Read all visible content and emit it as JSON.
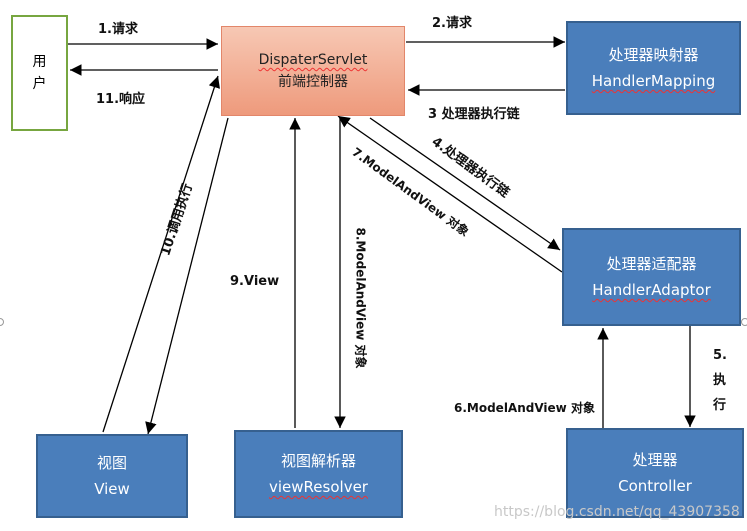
{
  "nodes": {
    "user": {
      "line1": "用",
      "line2": "户"
    },
    "dispatcher": {
      "name": "DispaterServlet",
      "sub": "前端控制器"
    },
    "handler_mapping": {
      "cn": "处理器映射器",
      "en": "HandlerMapping"
    },
    "handler_adaptor": {
      "cn": "处理器适配器",
      "en": "HandlerAdaptor"
    },
    "view": {
      "cn": "视图",
      "en": "View"
    },
    "view_resolver": {
      "cn": "视图解析器",
      "en": "viewResolver"
    },
    "controller": {
      "cn": "处理器",
      "en": "Controller"
    }
  },
  "labels": {
    "step1": "1.请求",
    "step11": "11.响应",
    "step2": "2.请求",
    "step3": "3 处理器执行链",
    "step4": "4.处理器执行链",
    "step7": "7.ModelAndView 对象",
    "step8": "8.ModelAndView 对象",
    "step9": "9.View",
    "step10": "10.调用执行",
    "step5_a": "5.",
    "step5_b": "执",
    "step5_c": "行",
    "step6": "6.ModelAndView 对象"
  },
  "watermark": "https://blog.csdn.net/qq_43907358",
  "colors": {
    "box_fill": "#4a7ebb",
    "dispatcher_fill": "#f2a488",
    "user_border": "#77a640"
  }
}
